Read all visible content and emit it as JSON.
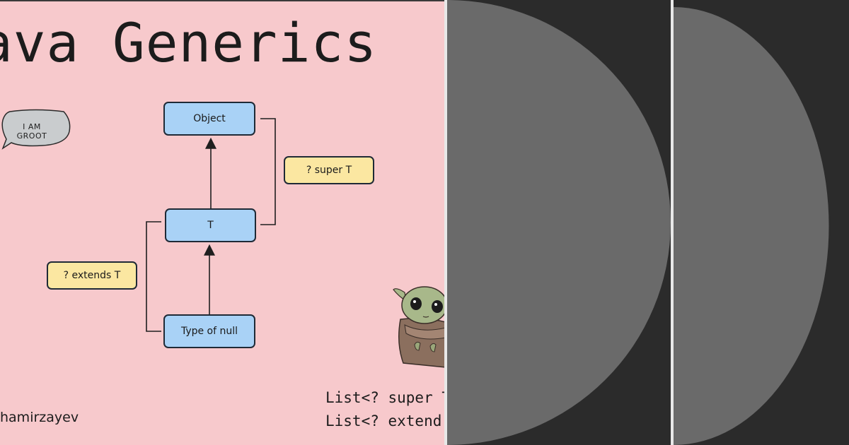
{
  "slide": {
    "title": "ava Generics",
    "bubble_text": "I AM GROOT",
    "author": "hamirzayev",
    "code_line1": "List<? super T",
    "code_line2": "List<? extend"
  },
  "diagram": {
    "nodes": {
      "object": "Object",
      "t": "T",
      "type_of_null": "Type of null"
    },
    "labels": {
      "super": "? super T",
      "extends": "? extends T"
    }
  },
  "colors": {
    "slide_background": "#f7c9cc",
    "node_fill": "#a9d2f6",
    "label_fill": "#fbe7a1",
    "dark_panel": "#2b2b2b",
    "semicircle": "#6a6a6a"
  },
  "icons": {
    "character": "baby-yoda-sketch",
    "speech": "speech-bubble"
  }
}
